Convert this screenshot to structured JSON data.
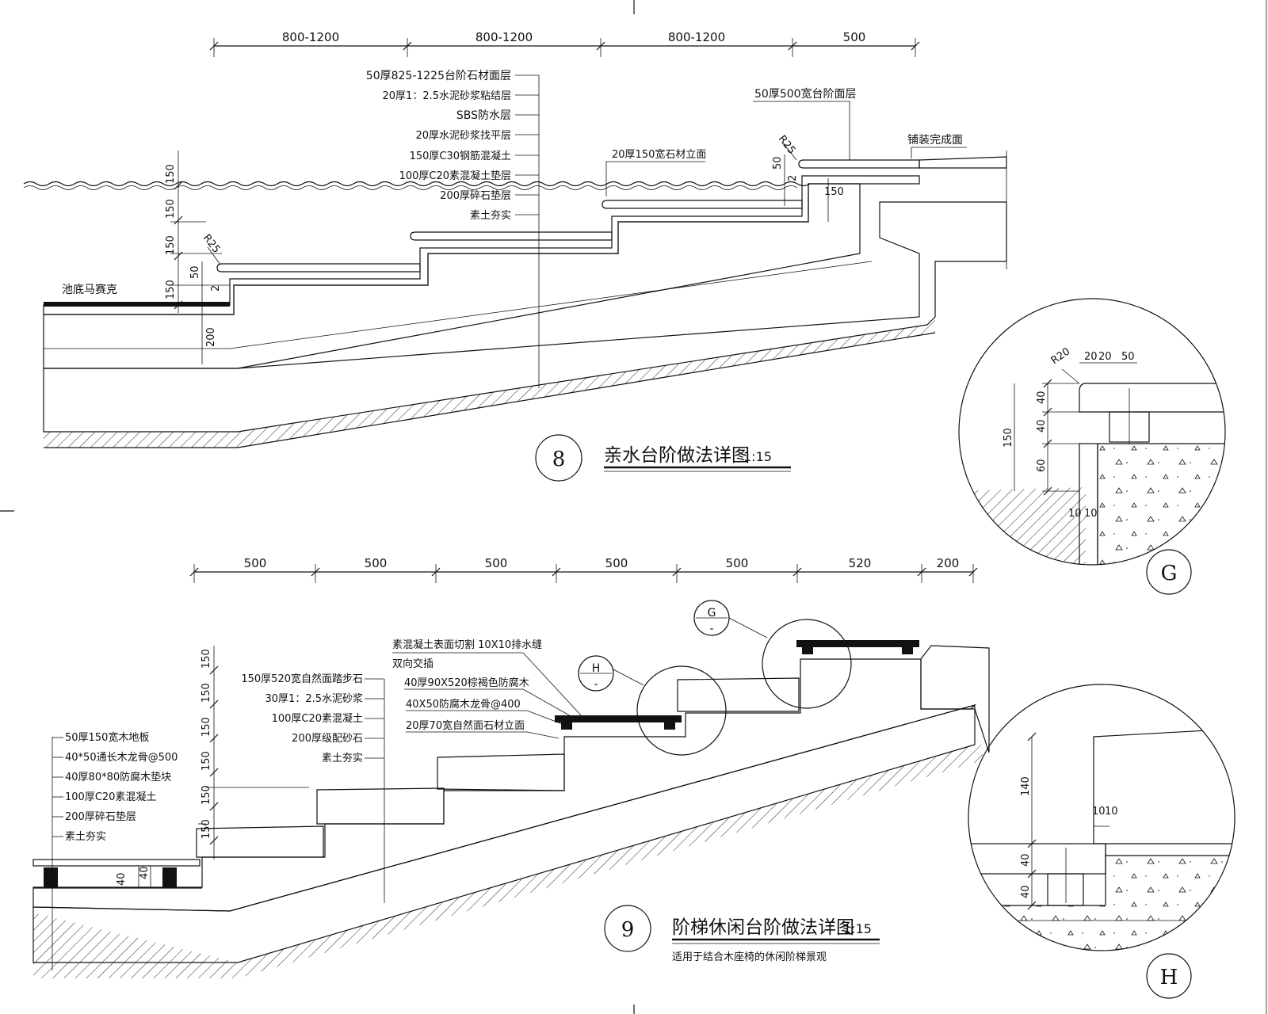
{
  "detail8": {
    "number": "8",
    "title": "亲水台阶做法详图",
    "scale": "1:15",
    "top_dims": [
      "800-1200",
      "800-1200",
      "800-1200",
      "500"
    ],
    "layers": [
      "50厚825-1225台阶石材面层",
      "20厚1：2.5水泥砂浆粘结层",
      "SBS防水层",
      "20厚水泥砂浆找平层",
      "150厚C30钢筋混凝土",
      "100厚C20素混凝土垫层",
      "200厚碎石垫层",
      "素土夯实"
    ],
    "riser_label": "20厚150宽石材立面",
    "top_tread_label": "50厚500宽台阶面层",
    "paving_label": "铺装完成面",
    "pool_label": "池底马赛克",
    "radius_1": "R25",
    "radius_2": "R25",
    "vdims": [
      "150",
      "150",
      "150",
      "150"
    ],
    "small_dims": [
      "50",
      "2",
      "200",
      "50",
      "2",
      "150"
    ]
  },
  "detail9": {
    "number": "9",
    "title": "阶梯休闲台阶做法详图",
    "scale": "1:15",
    "subtitle": "适用于结合木座椅的休闲阶梯景观",
    "top_dims": [
      "500",
      "500",
      "500",
      "500",
      "500",
      "520",
      "200"
    ],
    "mid_layers": [
      "150厚520宽自然面踏步石",
      "30厚1：2.5水泥砂浆",
      "100厚C20素混凝土",
      "200厚级配砂石",
      "素土夯实"
    ],
    "left_layers": [
      "50厚150宽木地板",
      "40*50通长木龙骨@500",
      "40厚80*80防腐木垫块",
      "100厚C20素混凝土",
      "200厚碎石垫层",
      "素土夯实"
    ],
    "upper_layers": [
      "素混凝土表面切割 10X10排水缝",
      "双向交插",
      "40厚90X520棕褐色防腐木",
      "40X50防腐木龙骨@400",
      "20厚70宽自然面石材立面"
    ],
    "vdims": [
      "150",
      "150",
      "150",
      "150",
      "150",
      "150"
    ],
    "small_dims": [
      "40",
      "40"
    ]
  },
  "detailG": {
    "label": "G",
    "radius": "R20",
    "top_dims": [
      "20",
      "20",
      "50"
    ],
    "vdims": [
      "40",
      "40",
      "60",
      "150"
    ],
    "small_dims": [
      "10",
      "10"
    ],
    "callout": "G"
  },
  "detailH": {
    "label": "H",
    "vdims": [
      "140",
      "40",
      "40"
    ],
    "small_dims": [
      "10",
      "10"
    ],
    "callout": "H"
  }
}
